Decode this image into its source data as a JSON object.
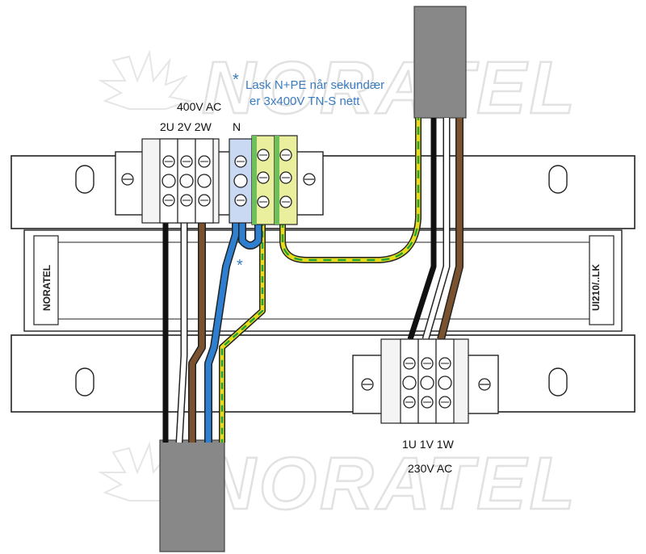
{
  "watermark": {
    "brand": "NORATEL",
    "color": "#e2e2e2"
  },
  "note": {
    "star": "*",
    "line1": "Lask N+PE når sekundær",
    "line2": "er 3x400V TN-S nett",
    "color": "#3a7bbf"
  },
  "primary_side": {
    "voltage": "400V AC",
    "terminals": "2U 2V 2W",
    "neutral": "N"
  },
  "secondary_side": {
    "terminals": "1U 1V 1W",
    "voltage": "230V AC"
  },
  "jumper_marker": "*",
  "rail_labels": {
    "left": "NORATEL",
    "right": "UI210/..LK"
  },
  "wire_colors": {
    "black": "#111111",
    "white": "#ffffff",
    "brown": "#7a5230",
    "blue": "#2f7fd0",
    "green": "#1fa33a",
    "yellow": "#e6dc1c",
    "cable_grey": "#888888"
  }
}
